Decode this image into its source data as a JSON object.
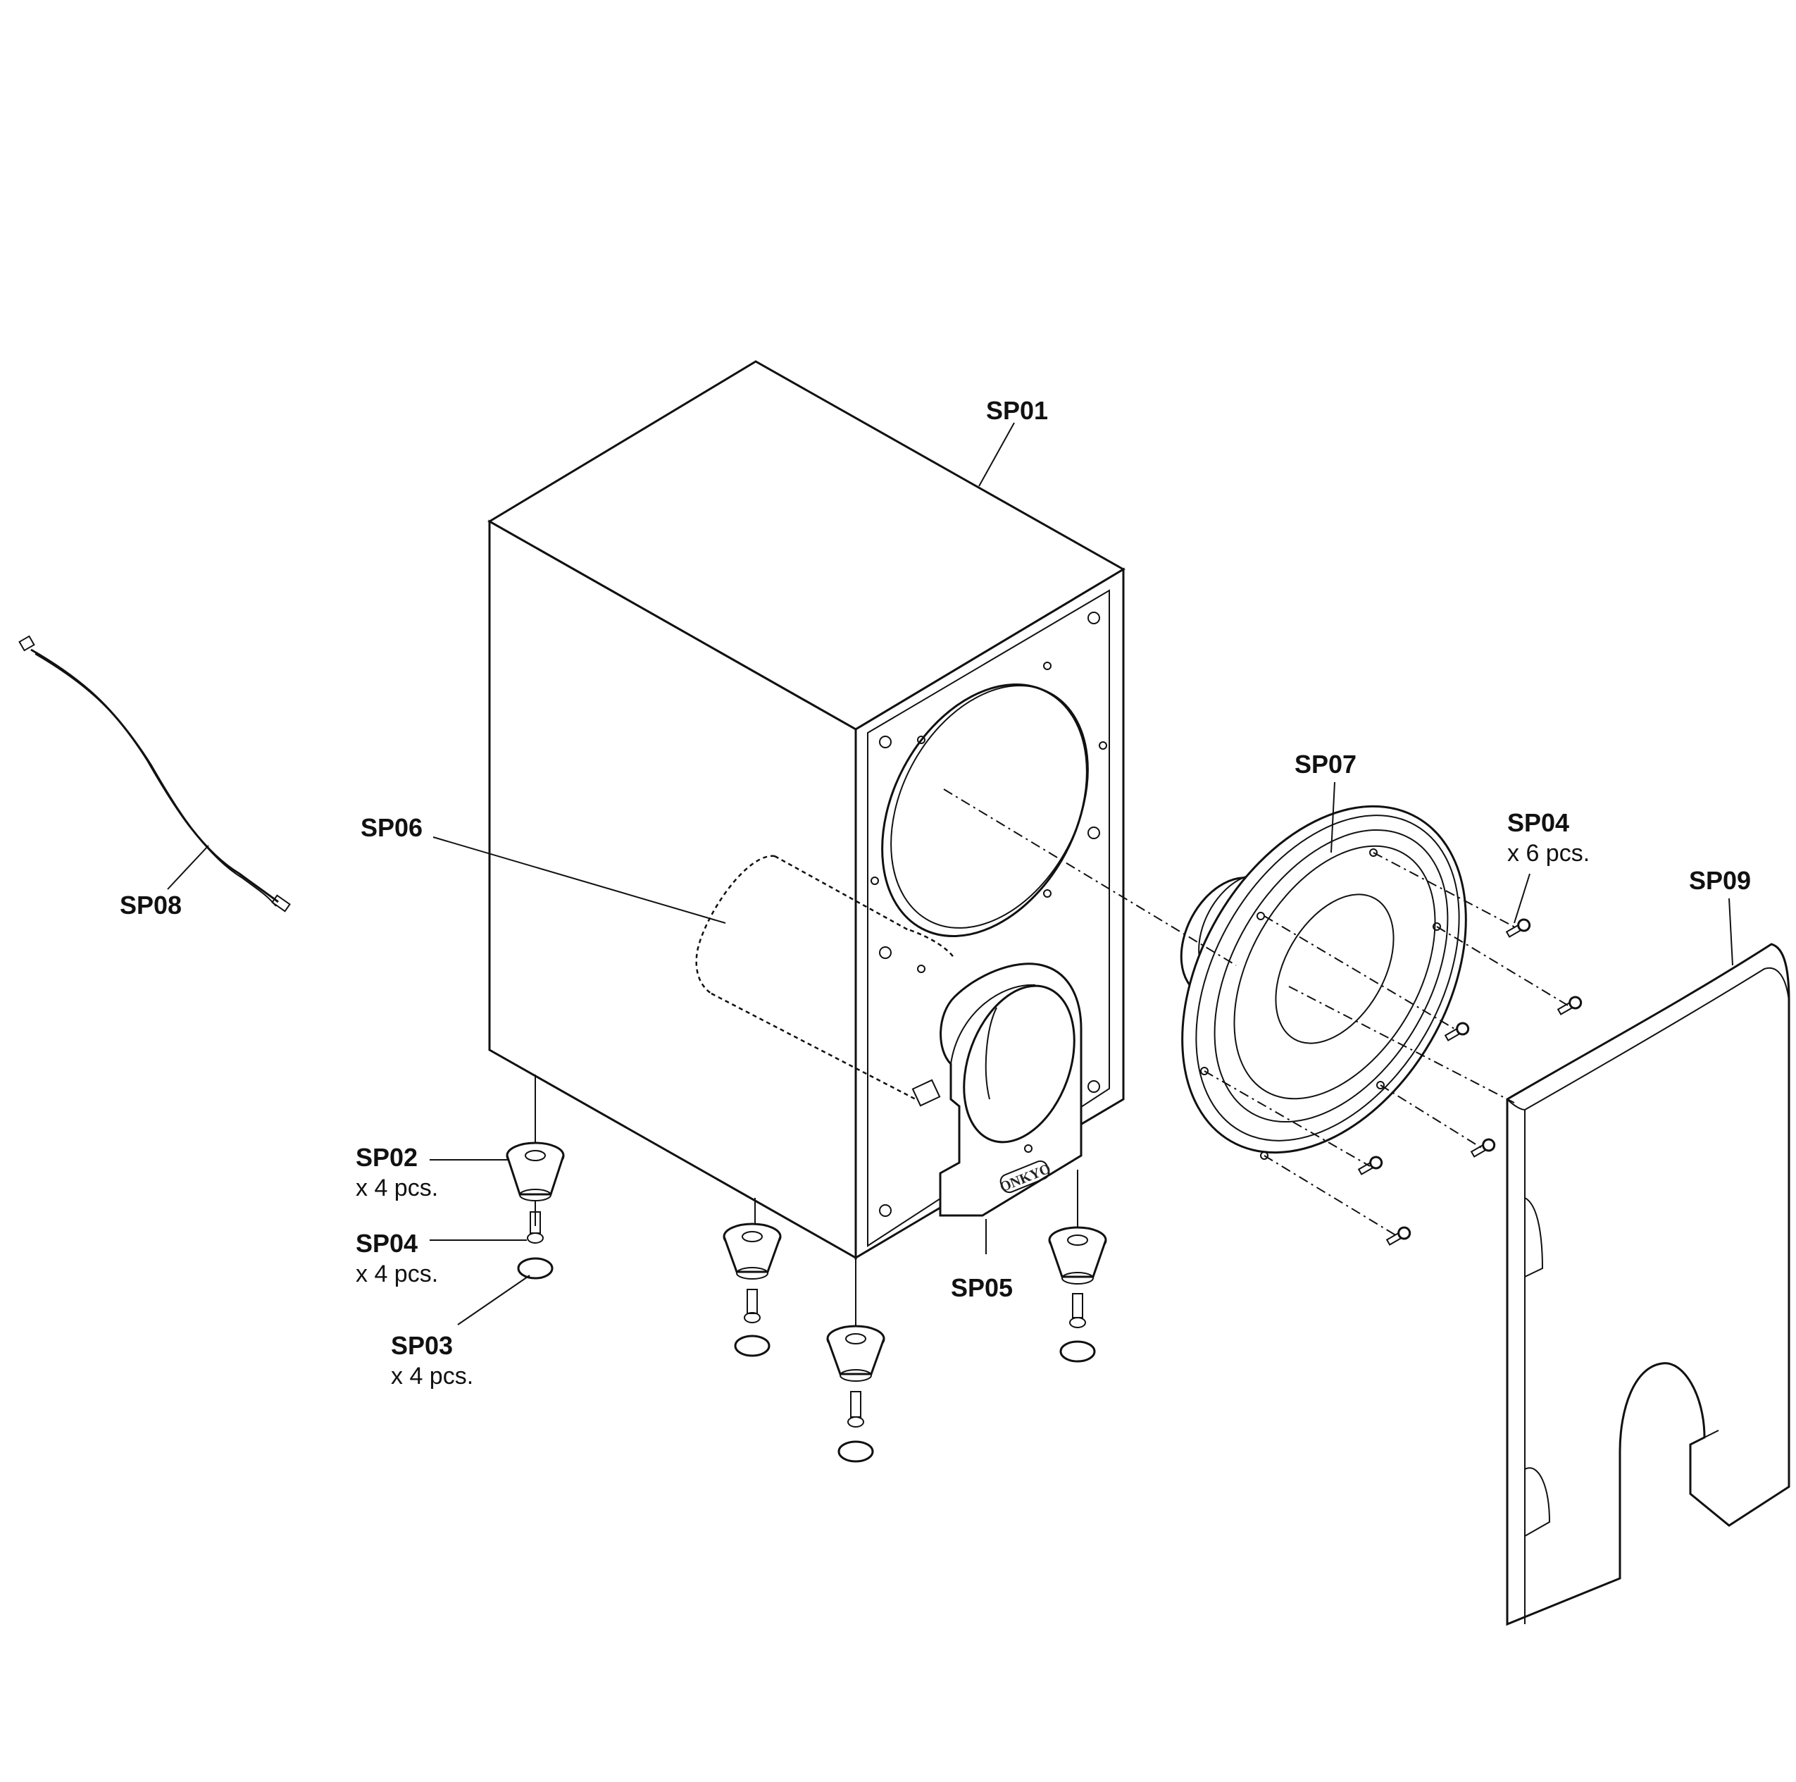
{
  "diagram": {
    "parts": {
      "sp01": {
        "label": "SP01"
      },
      "sp02": {
        "label": "SP02",
        "qty": "x 4 pcs."
      },
      "sp03": {
        "label": "SP03",
        "qty": "x 4 pcs."
      },
      "sp04_feet": {
        "label": "SP04",
        "qty": "x 4 pcs."
      },
      "sp04_driver": {
        "label": "SP04",
        "qty": "x 6 pcs."
      },
      "sp05": {
        "label": "SP05"
      },
      "sp06": {
        "label": "SP06"
      },
      "sp07": {
        "label": "SP07"
      },
      "sp08": {
        "label": "SP08"
      },
      "sp09": {
        "label": "SP09"
      }
    },
    "logo_text": "ONKYO"
  }
}
